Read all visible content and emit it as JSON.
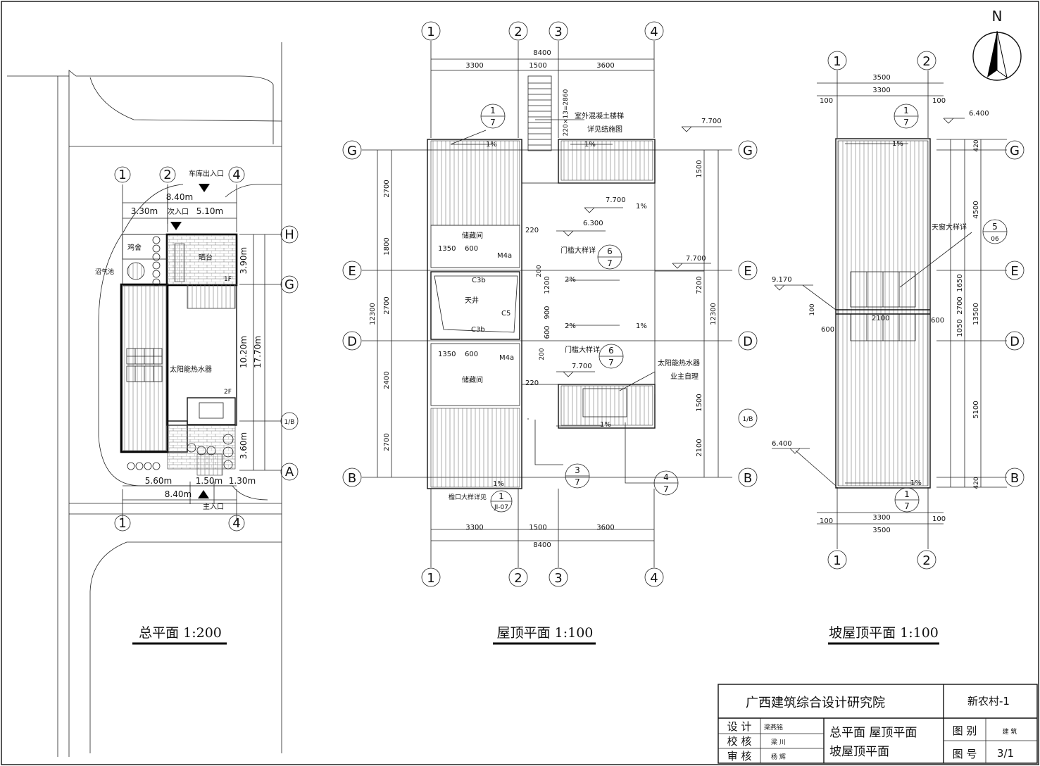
{
  "titles": {
    "site_plan": "总平面 1:200",
    "roof_plan": "屋顶平面 1:100",
    "slope_roof_plan": "坡屋顶平面 1:100"
  },
  "north": "N",
  "site": {
    "garage_entry": "车库出入口",
    "secondary_entry": "次入口",
    "main_entry": "主入口",
    "chicken_coop": "鸡舍",
    "drying_terrace": "晒台",
    "biogas_pit": "沼气池",
    "solar_heater": "太阳能热水器",
    "floor_1f": "1F",
    "floor_2f": "2F",
    "dims": {
      "top_total": "8.40m",
      "top_left": "3.30m",
      "top_right": "5.10m",
      "bottom_left": "5.60m",
      "bottom_mid": "1.50m",
      "bottom_right": "1.30m",
      "bottom_total": "8.40m",
      "side_a": "3.90m",
      "side_b": "10.20m",
      "side_c": "3.60m",
      "side_total": "17.70m"
    },
    "axes": [
      "1",
      "2",
      "4",
      "H",
      "G",
      "1/B",
      "A"
    ]
  },
  "roof": {
    "dims_top_total": "8400",
    "dims_top": [
      "3300",
      "1500",
      "3600"
    ],
    "dims_bottom": [
      "3300",
      "1500",
      "3600"
    ],
    "dims_bottom_total": "8400",
    "dims_left": [
      "2700",
      "1800",
      "2700",
      "2400",
      "2700"
    ],
    "dims_left_total": "12300",
    "dims_right": [
      "1500",
      "7200",
      "1500",
      "2100"
    ],
    "dims_right_total": "12300",
    "dims_inner": [
      "1200",
      "900",
      "600",
      "200",
      "200"
    ],
    "axes_top": [
      "1",
      "2",
      "3",
      "4"
    ],
    "axes_side": [
      "G",
      "E",
      "D",
      "B"
    ],
    "axis_1b": "1/B",
    "stair_note": "室外混凝土楼梯",
    "stair_note2": "详见结施图",
    "stair_dim": "220×13=2860",
    "storage": "储藏间",
    "courtyard": "天井",
    "door_m4a": "M4a",
    "win_c3b": "C3b",
    "win_c5": "C5",
    "threshold": "门槛大样详",
    "solar": "太阳能热水器",
    "owner": "业主自理",
    "eave": "檐口大样详见",
    "elev_7700": "7.700",
    "elev_6300": "6.300",
    "slope_1": "1%",
    "slope_2": "2%",
    "dim_220": "220",
    "dim_1350": "1350",
    "dim_600": "600",
    "detail_17": {
      "num": "1",
      "den": "7"
    },
    "detail_67": {
      "num": "6",
      "den": "7"
    },
    "detail_37": {
      "num": "3",
      "den": "7"
    },
    "detail_47": {
      "num": "4",
      "den": "7"
    },
    "detail_11": {
      "num": "1",
      "den": "JI-07"
    }
  },
  "slope": {
    "dims_top": [
      "3500",
      "3300"
    ],
    "dims_bottom": [
      "3300",
      "3500"
    ],
    "dim_100": "100",
    "axes_top": [
      "1",
      "2"
    ],
    "axes_side": [
      "G",
      "E",
      "D",
      "B"
    ],
    "elev_6400": "6.400",
    "elev_9170": "9.170",
    "skylight": "天窗大样详",
    "detail_506": {
      "num": "5",
      "den": "06"
    },
    "dims_right": [
      "420",
      "4500",
      "1650",
      "2700",
      "1050",
      "5100",
      "420"
    ],
    "dims_right_total": "13500",
    "dim_2100": "2100",
    "dim_600": "600",
    "slope_1": "1%"
  },
  "title_block": {
    "institute": "广西建筑综合设计研究院",
    "project": "新农村-1",
    "role_design": "设 计",
    "role_check": "校 核",
    "role_review": "审 核",
    "name_design": "梁燕铭",
    "name_check": "梁 川",
    "name_review": "杨 辉",
    "drawing_title1": "总平面 屋顶平面",
    "drawing_title2": "坡屋顶平面",
    "label_category": "图 别",
    "category": "建 筑",
    "label_number": "图 号",
    "number": "3/1"
  }
}
